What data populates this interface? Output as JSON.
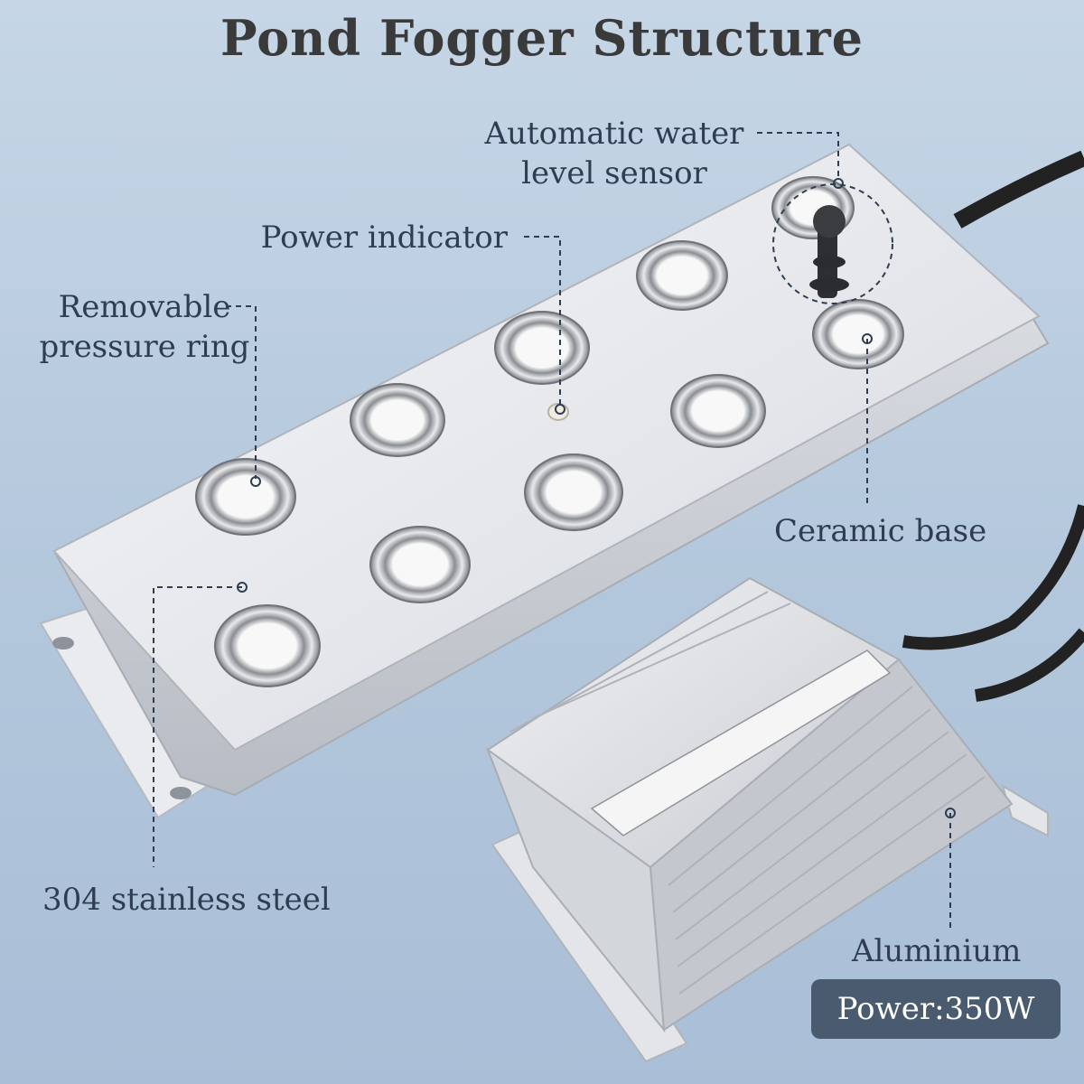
{
  "title": "Pond Fogger Structure",
  "labels": {
    "sensor_line1": "Automatic water",
    "sensor_line2": "level sensor",
    "power_indicator": "Power indicator",
    "ring_line1": "Removable",
    "ring_line2": "pressure ring",
    "ceramic": "Ceramic base",
    "steel": "304 stainless steel",
    "aluminium": "Aluminium"
  },
  "badge": {
    "power": "Power:350W"
  },
  "colors": {
    "label": "#2f3d52",
    "badge_bg": "#4a5b70",
    "title": "#3a3a3a"
  }
}
